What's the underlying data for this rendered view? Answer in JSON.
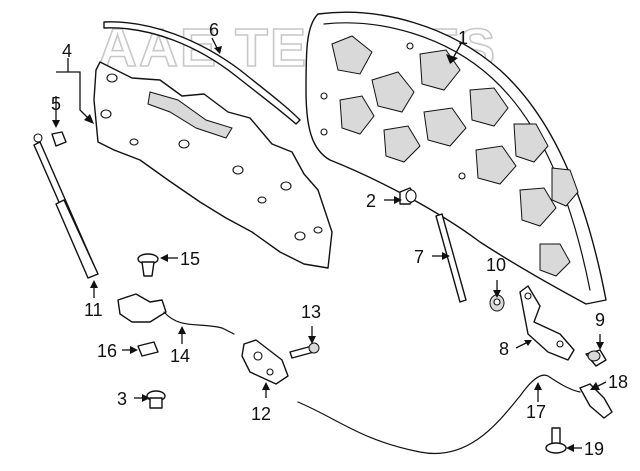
{
  "watermark": "AAE TEPARTS",
  "callouts": [
    {
      "id": "1",
      "text": "1"
    },
    {
      "id": "2",
      "text": "2"
    },
    {
      "id": "3",
      "text": "3"
    },
    {
      "id": "4",
      "text": "4"
    },
    {
      "id": "5",
      "text": "5"
    },
    {
      "id": "6",
      "text": "6"
    },
    {
      "id": "7",
      "text": "7"
    },
    {
      "id": "8",
      "text": "8"
    },
    {
      "id": "9",
      "text": "9"
    },
    {
      "id": "10",
      "text": "10"
    },
    {
      "id": "11",
      "text": "11"
    },
    {
      "id": "12",
      "text": "12"
    },
    {
      "id": "13",
      "text": "13"
    },
    {
      "id": "14",
      "text": "14"
    },
    {
      "id": "15",
      "text": "15"
    },
    {
      "id": "16",
      "text": "16"
    },
    {
      "id": "17",
      "text": "17"
    },
    {
      "id": "18",
      "text": "18"
    },
    {
      "id": "19",
      "text": "19"
    }
  ]
}
